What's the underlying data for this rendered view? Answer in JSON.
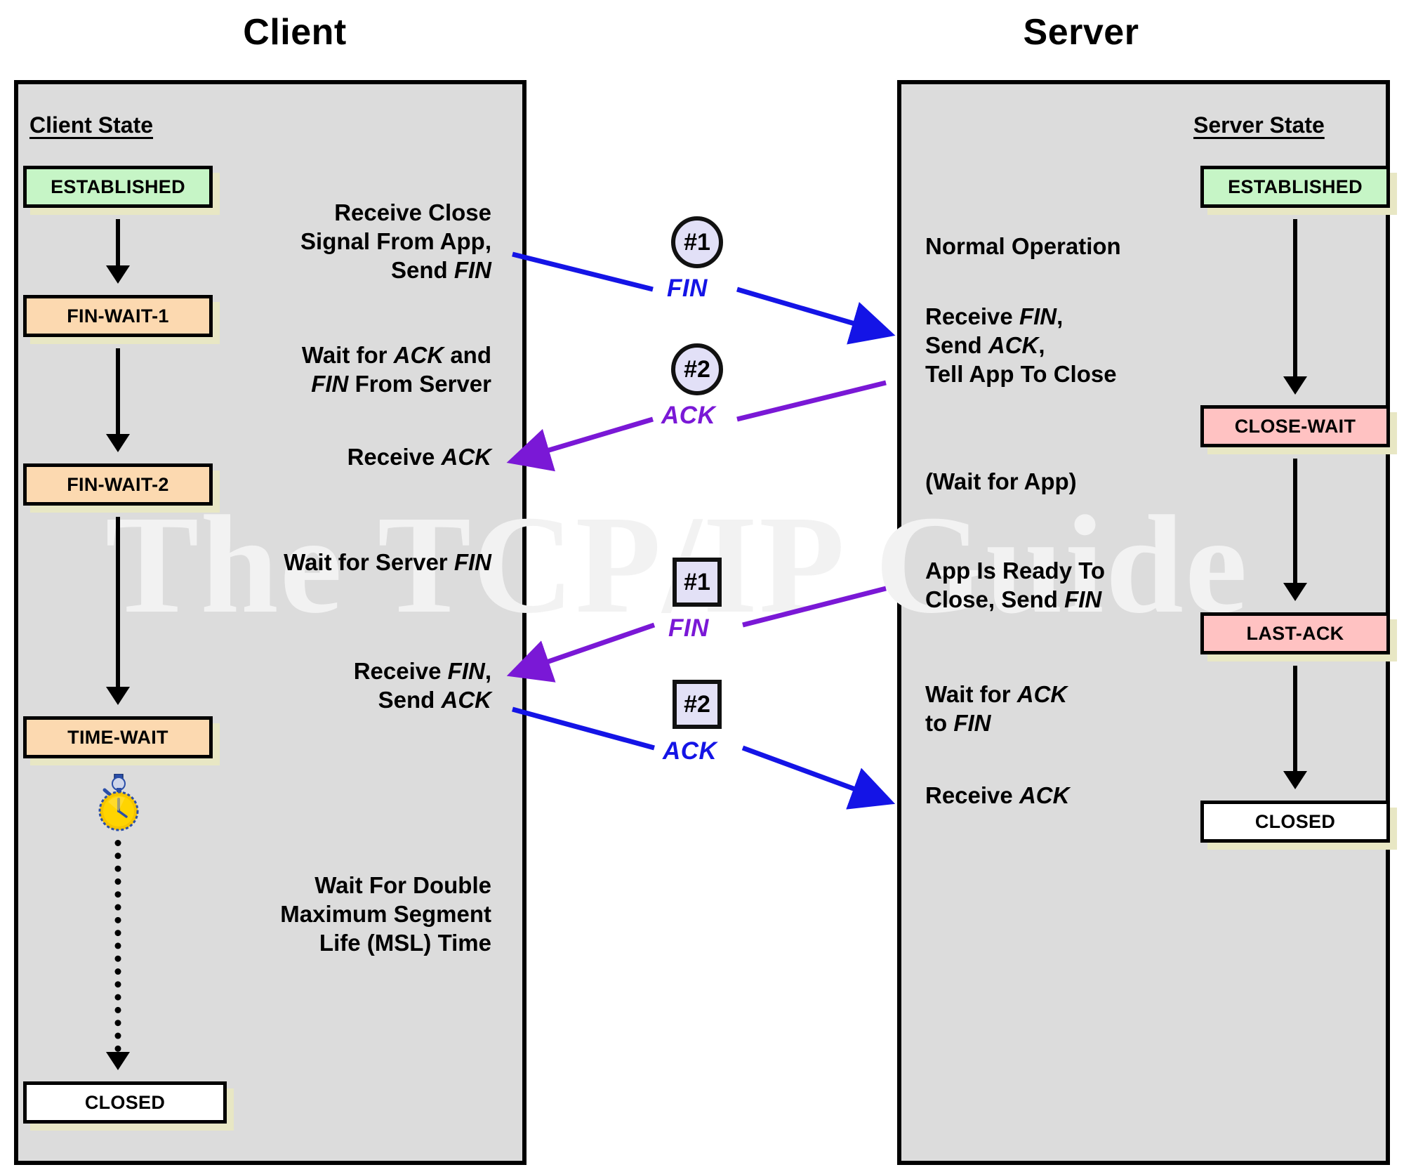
{
  "diagram": {
    "title_client": "Client",
    "title_server": "Server",
    "watermark": "The TCP/IP Guide",
    "client_state_heading": "Client State",
    "server_state_heading": "Server State"
  },
  "colors": {
    "panel_bg": "#dcdcdc",
    "established": "#c6f5c6",
    "fin_wait": "#fcd9b0",
    "close_wait": "#ffc2c2",
    "closed": "#ffffff",
    "badge_fill": "#e2e0f7",
    "fin_arrow_blue": "#1414e6",
    "ack_arrow_purple": "#7a18d6",
    "box_shadow": "#e8e7c4"
  },
  "client_states": [
    {
      "id": "established",
      "label": "ESTABLISHED"
    },
    {
      "id": "fin-wait-1",
      "label": "FIN-WAIT-1"
    },
    {
      "id": "fin-wait-2",
      "label": "FIN-WAIT-2"
    },
    {
      "id": "time-wait",
      "label": "TIME-WAIT"
    },
    {
      "id": "closed",
      "label": "CLOSED"
    }
  ],
  "server_states": [
    {
      "id": "established",
      "label": "ESTABLISHED"
    },
    {
      "id": "close-wait",
      "label": "CLOSE-WAIT"
    },
    {
      "id": "last-ack",
      "label": "LAST-ACK"
    },
    {
      "id": "closed",
      "label": "CLOSED"
    }
  ],
  "client_events": [
    {
      "id": "receive-close-signal",
      "lines": [
        [
          {
            "t": "Receive Close",
            "i": false
          }
        ],
        [
          {
            "t": "Signal From App,",
            "i": false
          }
        ],
        [
          {
            "t": "Send ",
            "i": false
          },
          {
            "t": "FIN",
            "i": true
          }
        ]
      ]
    },
    {
      "id": "wait-for-ack-and-fin",
      "lines": [
        [
          {
            "t": "Wait for ",
            "i": false
          },
          {
            "t": "ACK",
            "i": true
          },
          {
            "t": " and",
            "i": false
          }
        ],
        [
          {
            "t": "FIN",
            "i": true
          },
          {
            "t": " From Server",
            "i": false
          }
        ]
      ]
    },
    {
      "id": "receive-ack",
      "lines": [
        [
          {
            "t": "Receive ",
            "i": false
          },
          {
            "t": "ACK",
            "i": true
          }
        ]
      ]
    },
    {
      "id": "wait-for-server-fin",
      "lines": [
        [
          {
            "t": "Wait for Server ",
            "i": false
          },
          {
            "t": "FIN",
            "i": true
          }
        ]
      ]
    },
    {
      "id": "receive-fin-send-ack",
      "lines": [
        [
          {
            "t": "Receive ",
            "i": false
          },
          {
            "t": "FIN",
            "i": true
          },
          {
            "t": ",",
            "i": false
          }
        ],
        [
          {
            "t": "Send ",
            "i": false
          },
          {
            "t": "ACK",
            "i": true
          }
        ]
      ]
    },
    {
      "id": "wait-double-msl",
      "lines": [
        [
          {
            "t": "Wait For Double",
            "i": false
          }
        ],
        [
          {
            "t": "Maximum Segment",
            "i": false
          }
        ],
        [
          {
            "t": "Life (MSL) Time",
            "i": false
          }
        ]
      ]
    }
  ],
  "server_events": [
    {
      "id": "normal-operation",
      "lines": [
        [
          {
            "t": "Normal Operation",
            "i": false
          }
        ]
      ]
    },
    {
      "id": "receive-fin-send-ack-tell-app",
      "lines": [
        [
          {
            "t": "Receive ",
            "i": false
          },
          {
            "t": "FIN",
            "i": true
          },
          {
            "t": ",",
            "i": false
          }
        ],
        [
          {
            "t": "Send ",
            "i": false
          },
          {
            "t": "ACK",
            "i": true
          },
          {
            "t": ",",
            "i": false
          }
        ],
        [
          {
            "t": "Tell App To Close",
            "i": false
          }
        ]
      ]
    },
    {
      "id": "wait-for-app",
      "lines": [
        [
          {
            "t": "(Wait for App)",
            "i": false
          }
        ]
      ]
    },
    {
      "id": "app-ready-to-close",
      "lines": [
        [
          {
            "t": "App Is Ready To",
            "i": false
          }
        ],
        [
          {
            "t": "Close, Send ",
            "i": false
          },
          {
            "t": "FIN",
            "i": true
          }
        ]
      ]
    },
    {
      "id": "wait-for-ack-to-fin",
      "lines": [
        [
          {
            "t": "Wait for ",
            "i": false
          },
          {
            "t": "ACK",
            "i": true
          }
        ],
        [
          {
            "t": "to ",
            "i": false
          },
          {
            "t": "FIN",
            "i": true
          }
        ]
      ]
    },
    {
      "id": "receive-ack",
      "lines": [
        [
          {
            "t": "Receive ",
            "i": false
          },
          {
            "t": "ACK",
            "i": true
          }
        ]
      ]
    }
  ],
  "messages": [
    {
      "id": "msg-client-fin",
      "badge": "#1",
      "badge_shape": "circle",
      "label": "FIN",
      "color": "#1414e6",
      "direction": "client-to-server"
    },
    {
      "id": "msg-server-ack",
      "badge": "#2",
      "badge_shape": "circle",
      "label": "ACK",
      "color": "#7a18d6",
      "direction": "server-to-client"
    },
    {
      "id": "msg-server-fin",
      "badge": "#1",
      "badge_shape": "square",
      "label": "FIN",
      "color": "#7a18d6",
      "direction": "server-to-client"
    },
    {
      "id": "msg-client-ack",
      "badge": "#2",
      "badge_shape": "square",
      "label": "ACK",
      "color": "#1414e6",
      "direction": "client-to-server"
    }
  ],
  "icons": {
    "stopwatch": "stopwatch-icon"
  }
}
